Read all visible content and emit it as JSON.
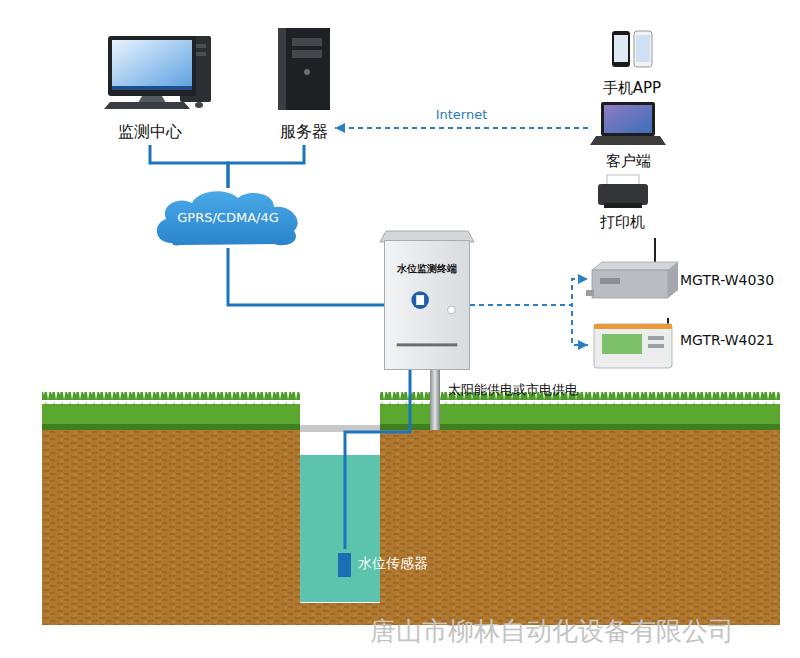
{
  "diagram": {
    "nodes": [
      {
        "text": [
          "监测中心"
        ]
      },
      {
        "text": [
          "服务器"
        ]
      },
      {
        "text": [
          "手机APP"
        ]
      },
      {
        "text": [
          "客户端"
        ]
      },
      {
        "text": [
          "打印机"
        ]
      },
      {
        "text": [
          "GPRS/CDMA/4G"
        ]
      },
      {
        "text": [
          "水位监测终端"
        ]
      },
      {
        "text": [
          "MGTR-W4030"
        ]
      },
      {
        "text": [
          "MGTR-W4021"
        ]
      },
      {
        "text": [
          "水位传感器"
        ]
      }
    ],
    "edges": [
      {
        "from": 5,
        "to": 0,
        "arrow": "none"
      },
      {
        "from": 5,
        "to": 1,
        "arrow": "none"
      },
      {
        "from": 3,
        "to": 1,
        "label": "Internet",
        "arrow": "to"
      },
      {
        "from": 5,
        "to": 6,
        "arrow": "none"
      },
      {
        "from": 6,
        "to": 7,
        "arrow": "to"
      },
      {
        "from": 6,
        "to": 8,
        "arrow": "to"
      },
      {
        "from": 6,
        "to": 9,
        "arrow": "none"
      }
    ],
    "labels": [
      "太阳能供电或市电供电",
      "唐山市柳林自动化设备有限公司"
    ]
  }
}
